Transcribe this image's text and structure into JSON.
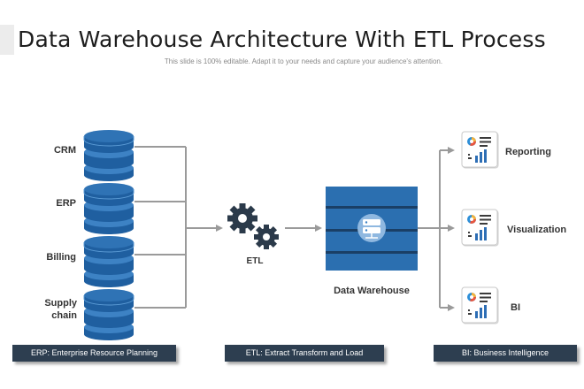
{
  "header": {
    "title": "Data Warehouse Architecture With ETL Process",
    "subtitle": "This slide is 100% editable. Adapt it to your needs and capture your audience's attention."
  },
  "sources": [
    {
      "label": "CRM"
    },
    {
      "label": "ERP"
    },
    {
      "label": "Billing"
    },
    {
      "label": "Supply chain"
    }
  ],
  "etl": {
    "label": "ETL",
    "icon": "gears-icon"
  },
  "warehouse": {
    "label": "Data Warehouse",
    "icon": "server-icon"
  },
  "outputs": [
    {
      "label": "Reporting",
      "icon": "dashboard-icon"
    },
    {
      "label": "Visualization",
      "icon": "dashboard-icon"
    },
    {
      "label": "BI",
      "icon": "dashboard-icon"
    }
  ],
  "footer": {
    "erp": "ERP: Enterprise Resource Planning",
    "etl": "ETL: Extract Transform and Load",
    "bi": "BI: Business Intelligence"
  },
  "colors": {
    "primary_blue": "#1f5fa0",
    "light_blue": "#3d82c4",
    "footer_bg": "#2d3e50",
    "connector": "#9a9a9a",
    "gear": "#2b3a4a"
  }
}
